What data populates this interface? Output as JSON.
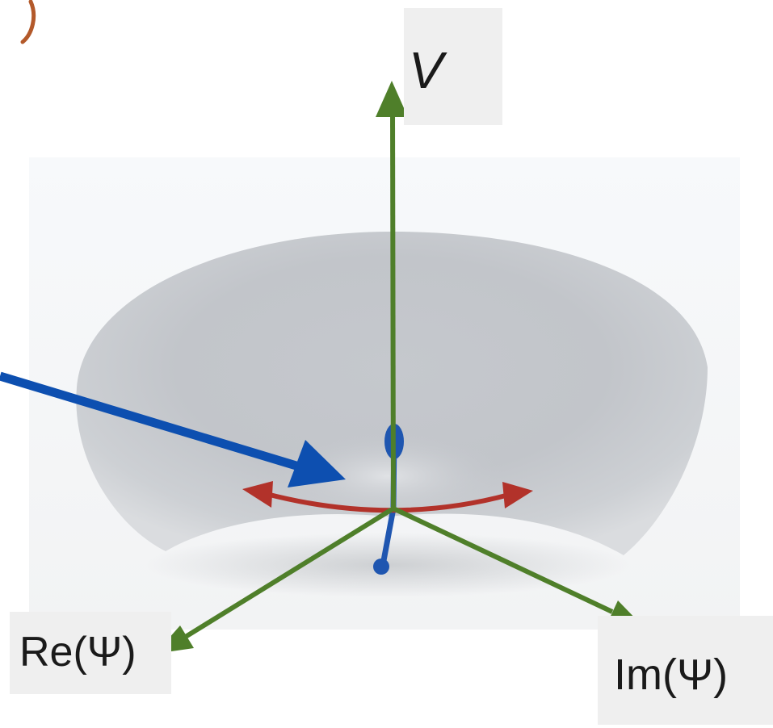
{
  "labels": {
    "v_axis": "V",
    "re_axis": "Re(Ψ)",
    "im_axis": "Im(Ψ)"
  },
  "colors": {
    "axis": "#4f7f2a",
    "pointer_arrow": "#0d4fb0",
    "rotation_arrow": "#b2322a",
    "fluctuation": "#1f56b0",
    "potential_surface": "#c3c6cb",
    "corner_bracket": "#b3592a"
  },
  "icons": {
    "v_axis_arrow": "arrow-up",
    "re_axis_arrow": "arrow-down-left",
    "im_axis_arrow": "arrow-down-right",
    "pointer_arrow": "arrow-right",
    "rotation_arrow": "double-headed-curved-arrow"
  }
}
